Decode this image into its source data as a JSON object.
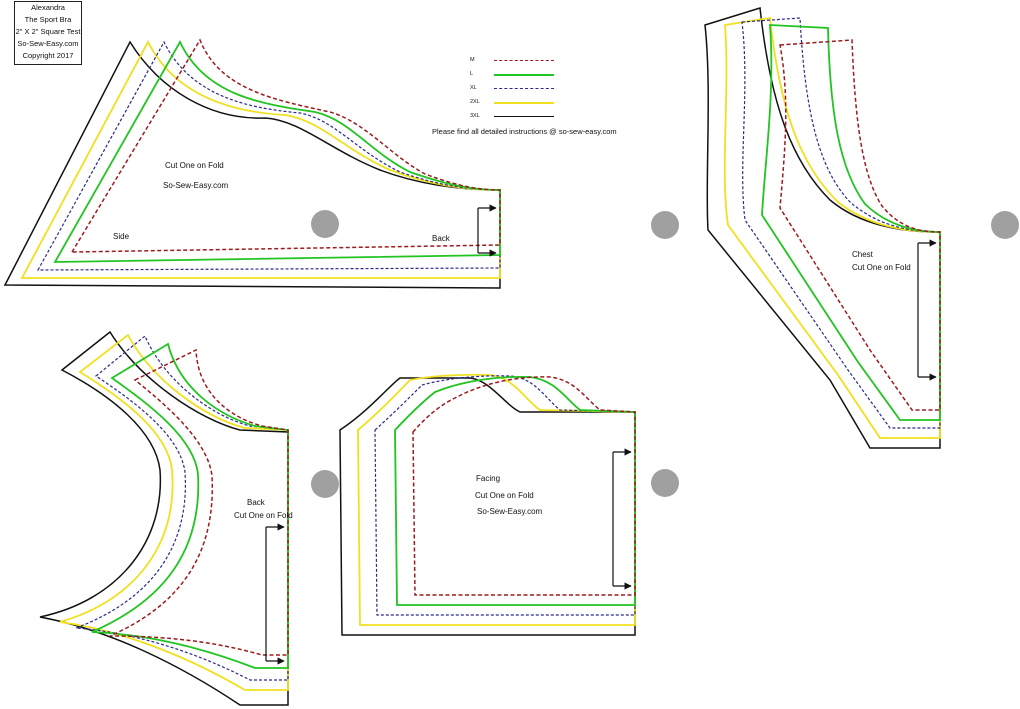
{
  "info_box": {
    "lines": [
      "Alexandra",
      "The Sport Bra",
      "2\" X 2\" Square Test",
      "So-Sew-Easy.com",
      "Copyright 2017"
    ]
  },
  "legend": {
    "items": [
      {
        "label": "M",
        "color": "#9b1b1f",
        "style": "dashed"
      },
      {
        "label": "L",
        "color": "#22c422",
        "style": "solid"
      },
      {
        "label": "XL",
        "color": "#2a2a8a",
        "style": "dashed"
      },
      {
        "label": "2XL",
        "color": "#f0e020",
        "style": "solid"
      },
      {
        "label": "3XL",
        "color": "#111111",
        "style": "solid"
      }
    ]
  },
  "instructions": "Please find all detailed instructions @ so-sew-easy.com",
  "pieces": {
    "side": {
      "label_cut": "Cut One on Fold",
      "label_site": "So-Sew-Easy.com",
      "label_side": "Side",
      "label_back": "Back"
    },
    "chest": {
      "label_name": "Chest",
      "label_cut": "Cut One on Fold"
    },
    "back": {
      "label_name": "Back",
      "label_cut": "Cut One on Fold"
    },
    "facing": {
      "label_name": "Facing",
      "label_cut": "Cut One on Fold",
      "label_site": "So-Sew-Easy.com"
    }
  },
  "colors": {
    "m": "#9b1b1f",
    "l": "#22c422",
    "xl": "#2a2a8a",
    "xxl": "#f0e020",
    "xxxl": "#111111",
    "registration_dot": "#a0a0a0"
  }
}
